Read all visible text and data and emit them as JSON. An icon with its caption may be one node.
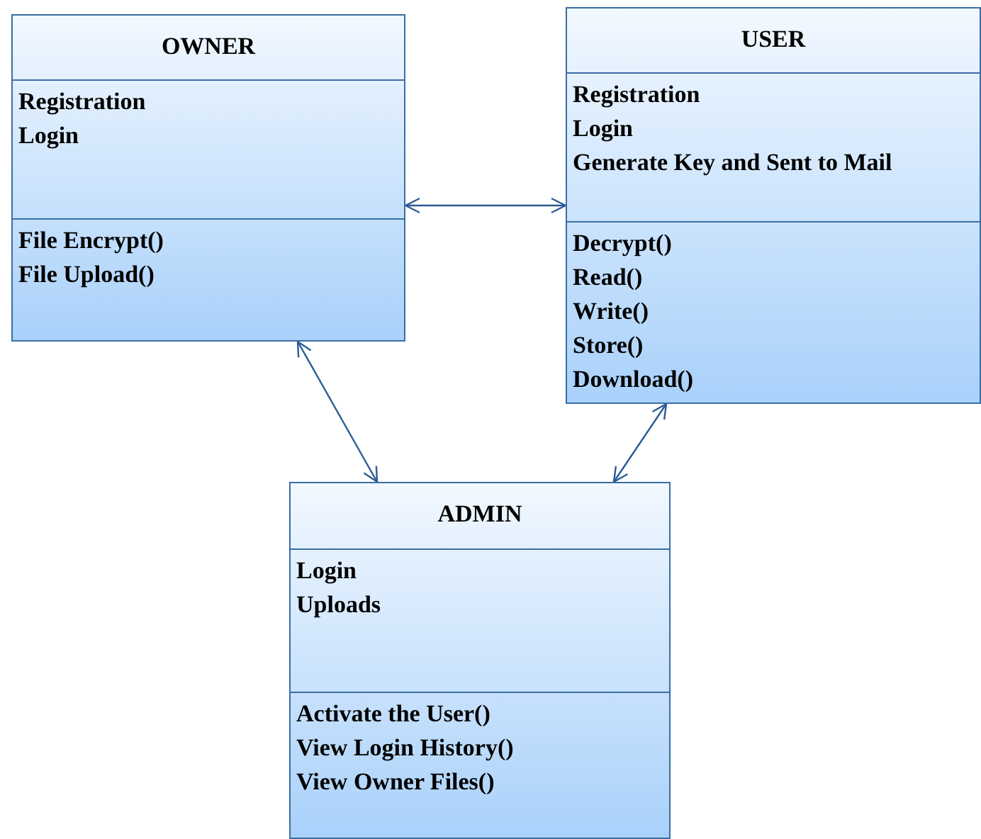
{
  "diagram": {
    "nodes": [
      {
        "text": [
          "OWNER"
        ]
      },
      {
        "text": [
          "Registration",
          "Login"
        ],
        "in": 0
      },
      {
        "text": [
          "File Encrypt()",
          "File Upload()"
        ],
        "in": 0
      },
      {
        "text": [
          "USER"
        ]
      },
      {
        "text": [
          "Registration",
          "Login",
          "Generate Key and Sent to Mail"
        ],
        "in": 3
      },
      {
        "text": [
          "Decrypt()",
          "Read()",
          "Write()",
          "Store()",
          "Download()"
        ],
        "in": 3
      },
      {
        "text": [
          "ADMIN"
        ]
      },
      {
        "text": [
          "Login",
          "Uploads"
        ],
        "in": 6
      },
      {
        "text": [
          "Activate the User()",
          "View Login History()",
          "View Owner Files()"
        ],
        "in": 6
      }
    ],
    "edges": [
      {
        "from": 0,
        "to": 3,
        "arrow": "both"
      },
      {
        "from": 0,
        "to": 6,
        "arrow": "both"
      },
      {
        "from": 3,
        "to": 6,
        "arrow": "both"
      }
    ]
  }
}
